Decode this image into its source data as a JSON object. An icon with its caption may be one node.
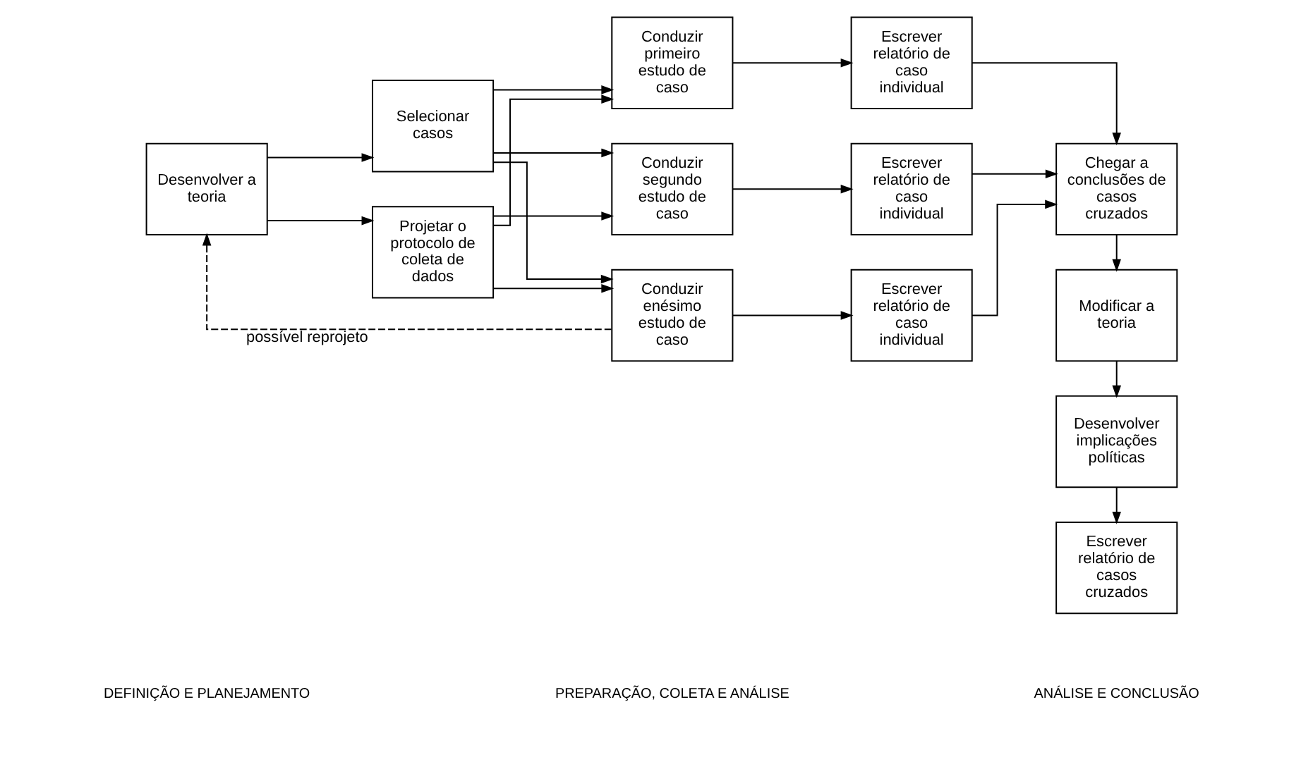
{
  "diagram": {
    "nodes": [
      {
        "text": [
          "Desenvolver a teoria"
        ]
      },
      {
        "text": [
          "Selecionar casos"
        ]
      },
      {
        "text": [
          "Projetar o protocolo de coleta de dados"
        ]
      },
      {
        "text": [
          "Conduzir primeiro estudo de caso"
        ]
      },
      {
        "text": [
          "Conduzir segundo estudo de caso"
        ]
      },
      {
        "text": [
          "Conduzir enésimo estudo de caso"
        ]
      },
      {
        "text": [
          "Escrever relatório de caso individual"
        ]
      },
      {
        "text": [
          "Escrever relatório de caso individual"
        ]
      },
      {
        "text": [
          "Escrever relatório de caso individual"
        ]
      },
      {
        "text": [
          "Chegar a conclusões de casos cruzados"
        ]
      },
      {
        "text": [
          "Modificar a teoria"
        ]
      },
      {
        "text": [
          "Desenvolver implicações políticas"
        ]
      },
      {
        "text": [
          "Escrever relatório de casos cruzados"
        ]
      }
    ],
    "edges": [
      {
        "from": 0,
        "to": 1,
        "arrow": "to"
      },
      {
        "from": 0,
        "to": 2,
        "arrow": "to"
      },
      {
        "from": 1,
        "to": 3,
        "arrow": "to"
      },
      {
        "from": 1,
        "to": 4,
        "arrow": "to"
      },
      {
        "from": 1,
        "to": 5,
        "arrow": "to"
      },
      {
        "from": 2,
        "to": 3,
        "arrow": "to"
      },
      {
        "from": 2,
        "to": 4,
        "arrow": "to"
      },
      {
        "from": 2,
        "to": 5,
        "arrow": "to"
      },
      {
        "from": 3,
        "to": 6,
        "arrow": "to"
      },
      {
        "from": 4,
        "to": 7,
        "arrow": "to"
      },
      {
        "from": 5,
        "to": 8,
        "arrow": "to"
      },
      {
        "from": 6,
        "to": 9,
        "arrow": "to"
      },
      {
        "from": 7,
        "to": 9,
        "arrow": "to"
      },
      {
        "from": 8,
        "to": 9,
        "arrow": "to"
      },
      {
        "from": 9,
        "to": 10,
        "arrow": "to"
      },
      {
        "from": 10,
        "to": 11,
        "arrow": "to"
      },
      {
        "from": 11,
        "to": 12,
        "arrow": "to"
      },
      {
        "from": 5,
        "to": 0,
        "arrow": "to",
        "label": "possível reprojeto",
        "style": "dashed"
      }
    ],
    "labels": [
      "DEFINIÇÃO E PLANEJAMENTO",
      "PREPARAÇÃO, COLETA E ANÁLISE",
      "ANÁLISE E CONCLUSÃO"
    ]
  }
}
